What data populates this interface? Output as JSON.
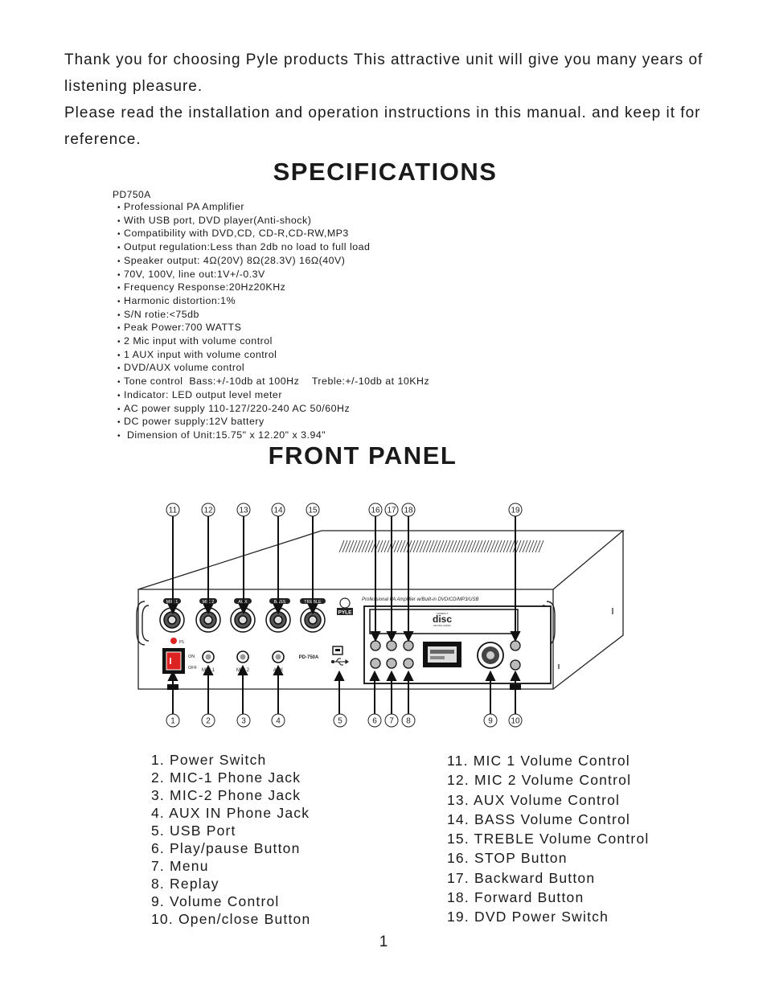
{
  "intro": {
    "line1": "Thank you for choosing Pyle products This attractive unit will give you many years of listening pleasure.",
    "line2": "Please read the installation and operation instructions in this manual. and keep it for reference."
  },
  "specifications": {
    "title": "SPECIFICATIONS",
    "model": "PD750A",
    "items": [
      "Professional PA Amplifier",
      "With USB port, DVD player(Anti-shock)",
      "Compatibility with DVD,CD, CD-R,CD-RW,MP3",
      "Output regulation:Less than 2db no load to full load",
      "Speaker output: 4Ω(20V) 8Ω(28.3V) 16Ω(40V)",
      "70V, 100V, line out:1V+/-0.3V",
      "Frequency Response:20Hz20KHz",
      "Harmonic distortion:1%",
      "S/N rotie:<75db",
      "Peak Power:700 WATTS",
      "2 Mic input with volume control",
      "1 AUX input with volume control",
      "DVD/AUX volume control",
      "Tone control  Bass:+/-10db at 100Hz    Treble:+/-10db at 10KHz",
      "Indicator: LED output level meter",
      "AC power supply 110-127/220-240 AC 50/60Hz",
      "DC power supply:12V battery",
      " Dimension of Unit:15.75\" x 12.20\" x 3.94\""
    ]
  },
  "front_panel": {
    "title": "FRONT PANEL",
    "diagram": {
      "top_callouts": [
        "11",
        "12",
        "13",
        "14",
        "15",
        "16",
        "17",
        "18",
        "19"
      ],
      "bottom_callouts": [
        "1",
        "2",
        "3",
        "4",
        "5",
        "6",
        "7",
        "8",
        "9",
        "10"
      ],
      "knob_labels": [
        "MIC 1",
        "MIC 2",
        "AUX",
        "BASS",
        "TREBLE"
      ],
      "jack_labels": [
        "MIC 1",
        "MIC 2",
        "AUX"
      ],
      "switch_on": "ON",
      "switch_off": "OFF",
      "power_led": "PL",
      "model_label": "PD-750A",
      "brand": "PYLE",
      "panel_title": "Professional PA Amplifier w/Built-in DVD/CD/MP3/USB",
      "disc_logo": "disc",
      "disc_small_top": "COMPACT",
      "disc_small_bottom": "DIGITAL AUDIO"
    },
    "legend_left": [
      "1. Power  Switch",
      "2. MIC-1  Phone  Jack",
      "3. MIC-2  Phone  Jack",
      "4. AUX IN  Phone  Jack",
      "5. USB Port",
      "6. Play/pause  Button",
      "7. Menu",
      "8. Replay",
      "9. Volume Control",
      "10. Open/close Button"
    ],
    "legend_right": [
      "11. MIC 1 Volume  Control",
      "12. MIC 2 Volume  Control",
      "13. AUX  Volume  Control",
      "14. BASS Volume  Control",
      "15. TREBLE  Volume  Control",
      "16. STOP Button",
      "17. Backward Button",
      "18. Forward Button",
      "19. DVD Power Switch"
    ]
  },
  "page_number": "1"
}
